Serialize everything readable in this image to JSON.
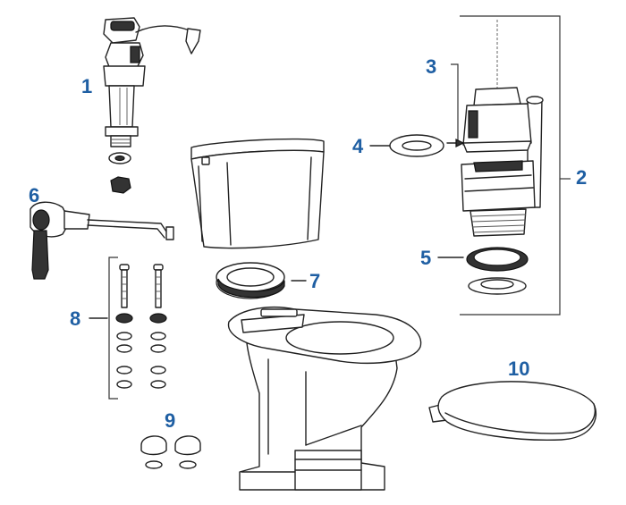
{
  "callouts": {
    "fill_valve": "1",
    "flush_valve": "2",
    "flapper_assembly": "3",
    "gasket_ring": "4",
    "spud_washer": "5",
    "trip_lever": "6",
    "wax_ring": "7",
    "tank_bolts": "8",
    "bolt_caps": "9",
    "toilet_seat": "10"
  },
  "colors": {
    "callout": "#1f5fa3",
    "line": "#222222",
    "background": "#ffffff"
  }
}
